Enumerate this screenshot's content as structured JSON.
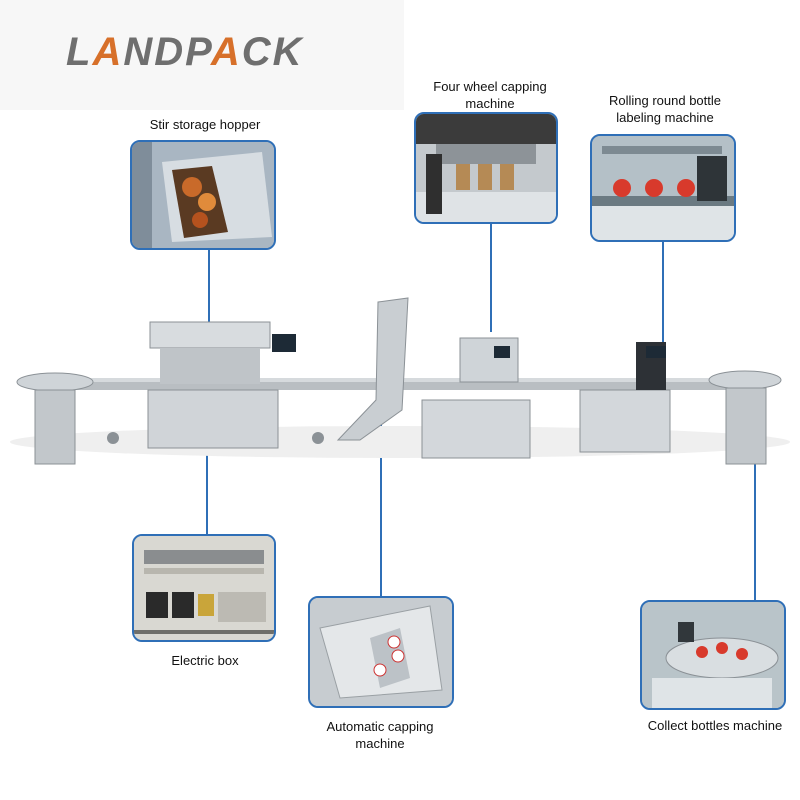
{
  "logo": {
    "text_main": "LANDPACK"
  },
  "labels": {
    "stir_hopper": "Stir storage hopper",
    "four_wheel": "Four wheel capping machine",
    "rolling_label": "Rolling round bottle labeling machine",
    "electric_box": "Electric box",
    "auto_capping": "Automatic capping machine",
    "collect_bottles": "Collect bottles machine"
  },
  "colors": {
    "accent": "#2f6fb7",
    "logo_gray": "#6f6f6f",
    "logo_orange": "#d7702a"
  }
}
